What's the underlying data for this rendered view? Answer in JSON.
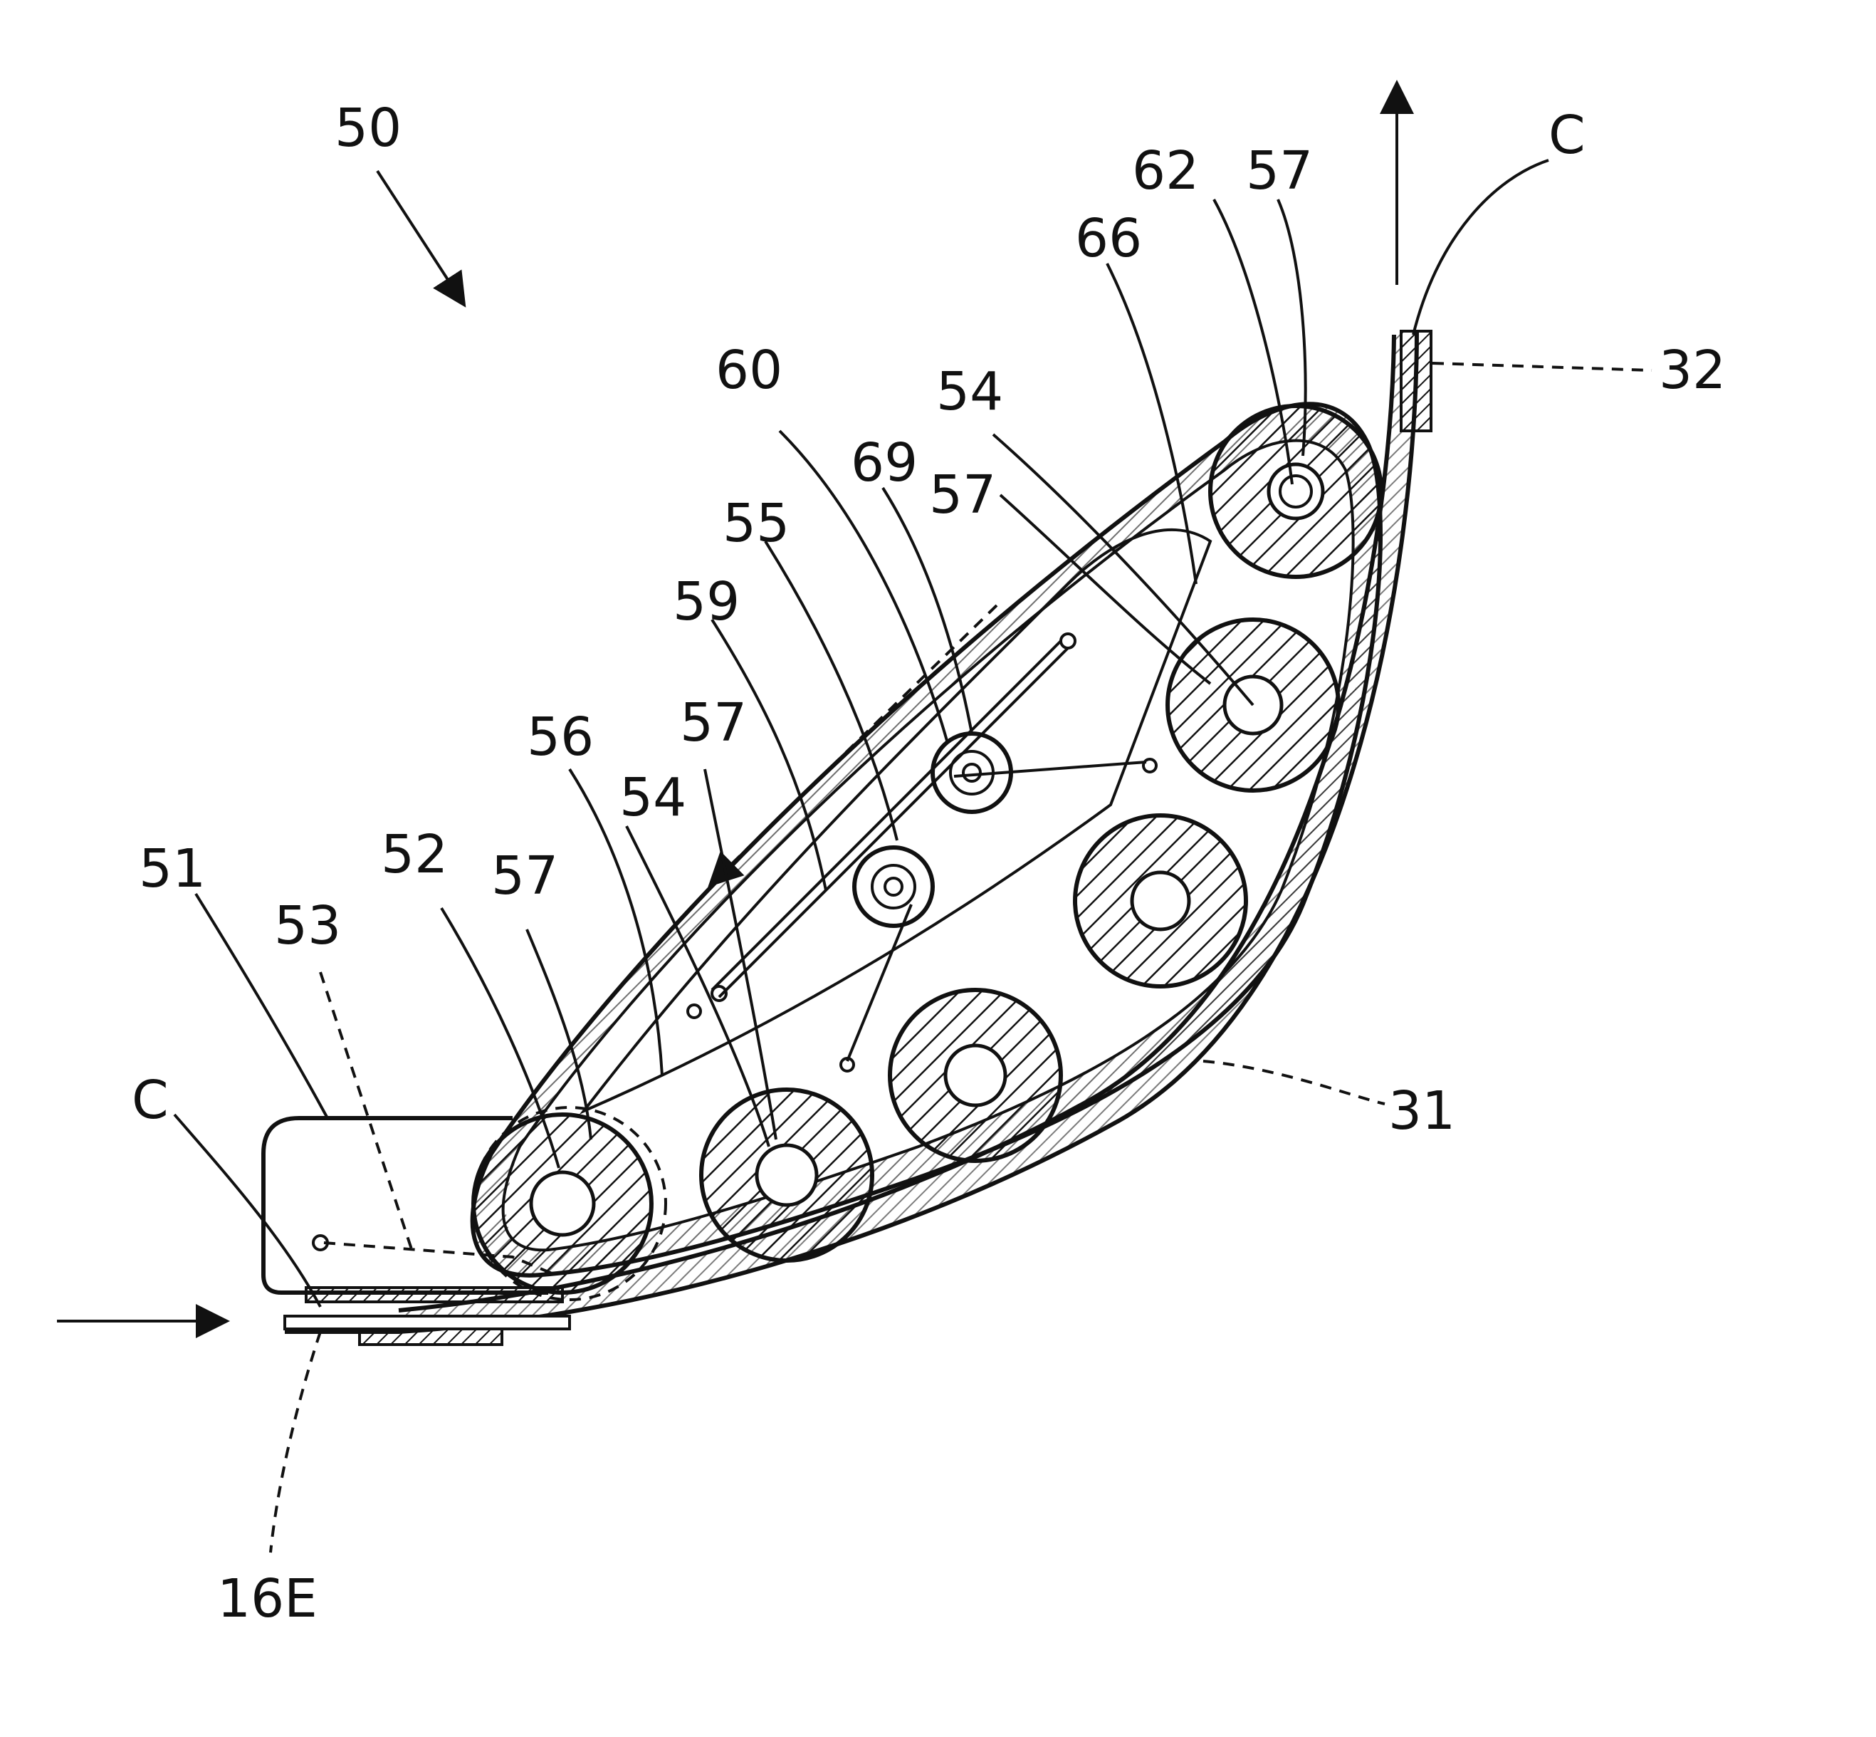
{
  "diagram": {
    "labels": {
      "l50": "50",
      "c_top": "C",
      "l62": "62",
      "l57_a": "57",
      "l66": "66",
      "l32": "32",
      "l60": "60",
      "l54_a": "54",
      "l69": "69",
      "l57_b": "57",
      "l55": "55",
      "l59": "59",
      "l56": "56",
      "l57_c": "57",
      "l54_b": "54",
      "l51": "51",
      "l52": "52",
      "l57_d": "57",
      "l53": "53",
      "c_left": "C",
      "l31": "31",
      "l16e": "16E"
    }
  }
}
